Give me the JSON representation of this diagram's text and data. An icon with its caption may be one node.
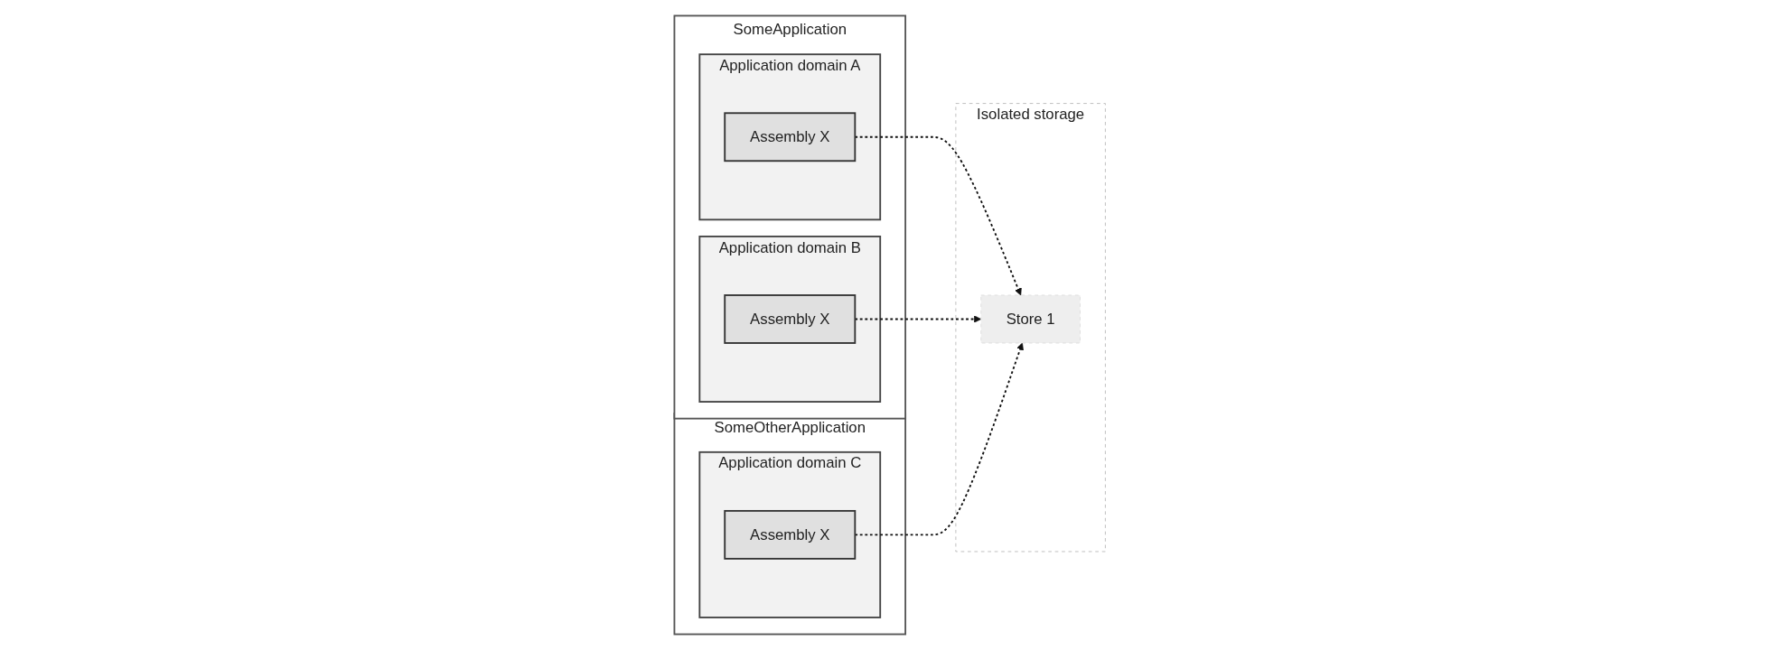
{
  "diagram": {
    "nodes": [
      {
        "text": [
          "SomeApplication"
        ]
      },
      {
        "text": [
          "Application domain A"
        ],
        "in": 0
      },
      {
        "text": [
          "Assembly X"
        ],
        "in": 1
      },
      {
        "text": [
          "Application domain B"
        ],
        "in": 0
      },
      {
        "text": [
          "Assembly X"
        ],
        "in": 3
      },
      {
        "text": [
          "Isolated storage"
        ]
      },
      {
        "text": [
          "Store 1"
        ],
        "in": 5
      },
      {
        "text": [
          "SomeOtherApplication"
        ]
      },
      {
        "text": [
          "Application domain C"
        ],
        "in": 7
      },
      {
        "text": [
          "Assembly X"
        ],
        "in": 8
      }
    ],
    "edges": [
      {
        "from": 2,
        "to": 6,
        "arrow": "to",
        "style": "dashed"
      },
      {
        "from": 4,
        "to": 6,
        "arrow": "to",
        "style": "dashed"
      },
      {
        "from": 9,
        "to": 6,
        "arrow": "to",
        "style": "dashed"
      }
    ]
  }
}
